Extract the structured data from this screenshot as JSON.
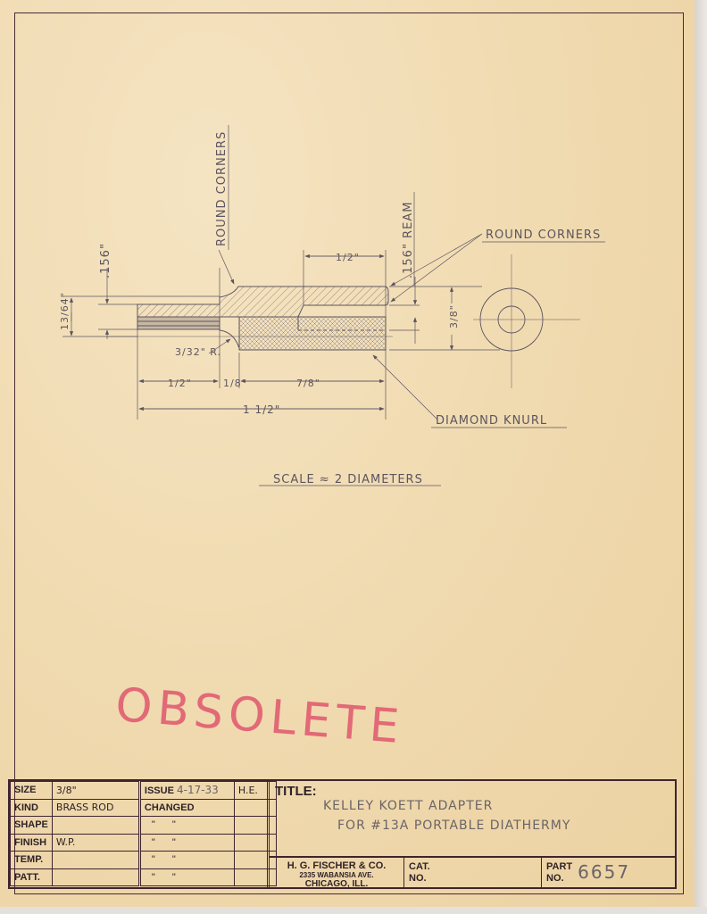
{
  "drawing": {
    "notes": {
      "round_corners_vertical": "ROUND CORNERS",
      "round_corners_right": "ROUND CORNERS",
      "ream": ".156\" REAM",
      "diamond_knurl": "DIAMOND KNURL",
      "scale": "SCALE ≈ 2 DIAMETERS"
    },
    "dimensions": {
      "bore_dia": ".156\"",
      "shank_dia": "13/64\"",
      "fillet_radius": "3/32\" R.",
      "shank_length": "1/2\"",
      "groove_length": "1/8\"",
      "knurl_length": "7/8\"",
      "overall_length": "1 1/2\"",
      "counterbore_depth": "1/2\"",
      "outer_dia": "3/8\""
    },
    "stamp": "OBSOLETE",
    "colors": {
      "pencil": "#5c5560",
      "stamp": "#e0566e",
      "paper": "#f1ddb6",
      "border": "#4a2a34"
    }
  },
  "title_block": {
    "rows": [
      {
        "label": "SIZE",
        "value": "3/8\"",
        "col2_label": "ISSUE",
        "col2_value": "4-17-33",
        "col3": "H.E."
      },
      {
        "label": "KIND",
        "value": "BRASS ROD",
        "col2_label": "CHANGED",
        "col2_value": "",
        "col3": ""
      },
      {
        "label": "SHAPE",
        "value": "",
        "col2_label": "",
        "col2_value": "\" \"",
        "col3": ""
      },
      {
        "label": "FINISH",
        "value": "W.P.",
        "col2_label": "",
        "col2_value": "\" \"",
        "col3": ""
      },
      {
        "label": "TEMP.",
        "value": "",
        "col2_label": "",
        "col2_value": "\" \"",
        "col3": ""
      },
      {
        "label": "PATT.",
        "value": "",
        "col2_label": "",
        "col2_value": "\" \"",
        "col3": ""
      }
    ],
    "title_label": "TITLE:",
    "title_line1": "KELLEY KOETT ADAPTER",
    "title_line2": "FOR #13A PORTABLE DIATHERMY",
    "company_name": "H. G. FISCHER & CO.",
    "company_address": "2335 WABANSIA AVE.",
    "company_city": "CHICAGO, ILL.",
    "cat_label_1": "CAT.",
    "cat_label_2": "NO.",
    "cat_value": "",
    "part_label_1": "PART",
    "part_label_2": "NO.",
    "part_value": "6657"
  }
}
